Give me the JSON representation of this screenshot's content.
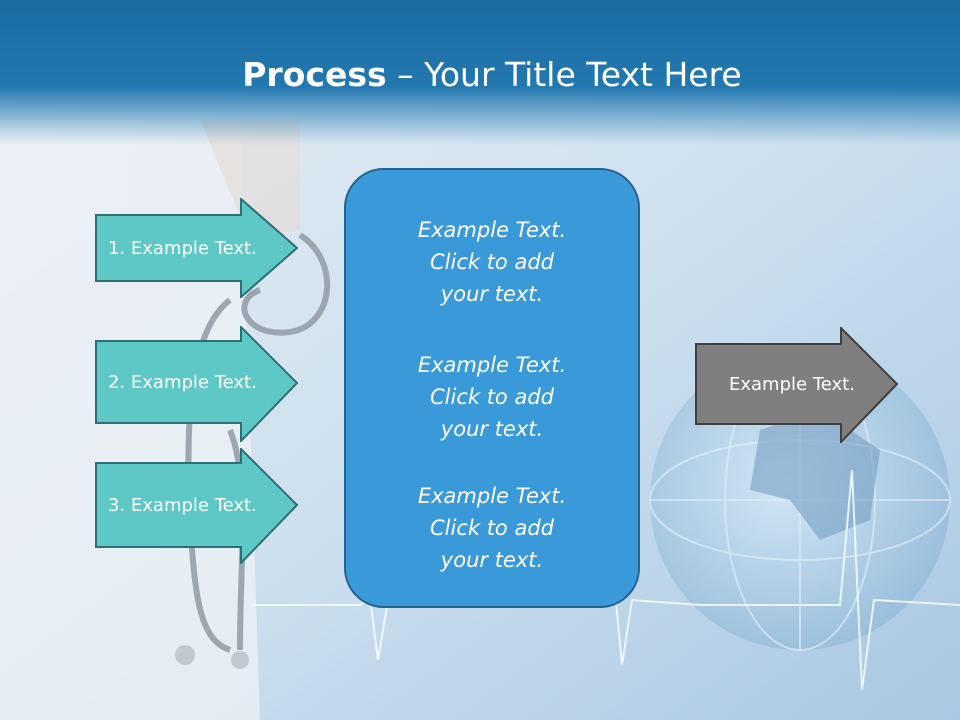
{
  "title": {
    "bold": "Process",
    "rest": " – Your Title Text Here"
  },
  "left_arrows": [
    {
      "label": "1. Example Text."
    },
    {
      "label": "2. Example Text."
    },
    {
      "label": "3. Example Text."
    }
  ],
  "center_box": {
    "paragraphs": [
      {
        "lines": [
          "Example Text.",
          "Click  to add",
          "your text."
        ]
      },
      {
        "lines": [
          "Example Text.",
          "Click  to add",
          "your text."
        ]
      },
      {
        "lines": [
          "Example Text.",
          "Click  to add",
          "your text."
        ]
      }
    ]
  },
  "right_arrow": {
    "label": "Example Text."
  },
  "colors": {
    "header": "#1c6fa6",
    "left_arrow_fill": "#5ec8c6",
    "left_arrow_stroke": "#2f6f73",
    "center_fill": "#3a9ad9",
    "right_arrow_fill": "#7f7f7f",
    "right_arrow_stroke": "#3f3f3f"
  },
  "icons": [
    "stethoscope-icon",
    "globe-icon",
    "heartbeat-line-icon"
  ]
}
